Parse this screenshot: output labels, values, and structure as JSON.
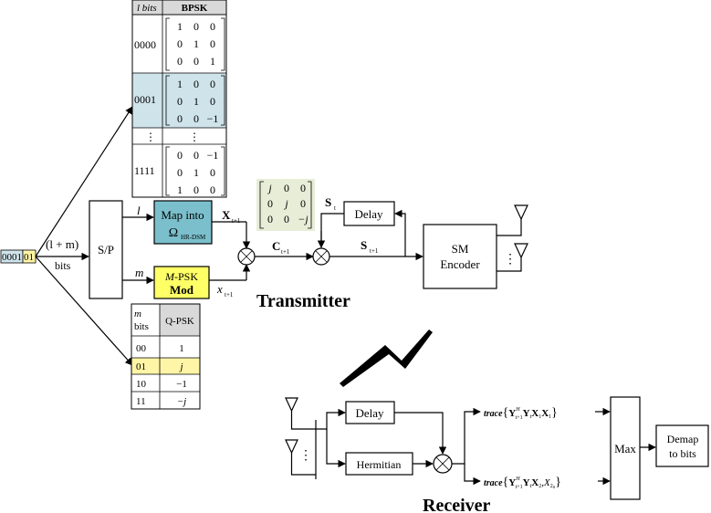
{
  "colors": {
    "blue_fill": "#cfe3ea",
    "teal_fill": "#7bbfcc",
    "yellow_fill": "#ffff66",
    "light_yellow_fill": "#fff5a6",
    "green_fill": "#e7edd7",
    "header_fill": "#d9d9d9"
  },
  "input_bits": {
    "blue_part": "0001",
    "yellow_part": "01"
  },
  "split_label_top": "(l + m)",
  "split_label_bottom": "bits",
  "sp_block": "S/P",
  "branch_l": "l",
  "branch_m": "m",
  "map_block": {
    "line1": "Map into",
    "line2": "Ω",
    "line2_sub": "HR-DSM"
  },
  "psk_block": {
    "line1_italic": "M",
    "line1_rest": "-PSK",
    "line2": "Mod"
  },
  "signals": {
    "X": "X",
    "X_sub": "t+1",
    "x": "x",
    "x_sub": "t+1",
    "C": "C",
    "C_sub": "t+1",
    "S": "S",
    "S_sub": "t+1",
    "St": "S",
    "St_sub": "t"
  },
  "delay_tx": "Delay",
  "sm_encoder": {
    "line1": "SM",
    "line2": "Encoder"
  },
  "diag_matrix": [
    [
      "j",
      "0",
      "0"
    ],
    [
      "0",
      "j",
      "0"
    ],
    [
      "0",
      "0",
      "−j"
    ]
  ],
  "bpsk_table": {
    "header_col1": "l bits",
    "header_col2": "BPSK",
    "rows": [
      {
        "label": "0000",
        "matrix": [
          [
            "1",
            "0",
            "0"
          ],
          [
            "0",
            "1",
            "0"
          ],
          [
            "0",
            "0",
            "1"
          ]
        ]
      },
      {
        "label": "0001",
        "matrix": [
          [
            "1",
            "0",
            "0"
          ],
          [
            "0",
            "1",
            "0"
          ],
          [
            "0",
            "0",
            "−1"
          ]
        ]
      },
      {
        "label": "⋮",
        "matrix_dots": "⋮"
      },
      {
        "label": "1111",
        "matrix": [
          [
            "0",
            "0",
            "−1"
          ],
          [
            "0",
            "1",
            "0"
          ],
          [
            "1",
            "0",
            "0"
          ]
        ]
      }
    ]
  },
  "qpsk_table": {
    "header_col1_line1": "m",
    "header_col1_line2": "bits",
    "header_col2": "Q-PSK",
    "rows": [
      {
        "bits": "00",
        "symbol": "1"
      },
      {
        "bits": "01",
        "symbol": "j"
      },
      {
        "bits": "10",
        "symbol": "−1"
      },
      {
        "bits": "11",
        "symbol": "−j"
      }
    ]
  },
  "transmitter_label": "Transmitter",
  "receiver_label": "Receiver",
  "rx": {
    "delay": "Delay",
    "hermitian": "Hermitian",
    "max": "Max",
    "demap_line1": "Demap",
    "demap_line2": "to bits",
    "trace1": {
      "fn": "trace",
      "Y1": "Y",
      "Y1_sup": "H",
      "Y1_sub": "t+1",
      "Y2": "Y",
      "Y2_sub": "t",
      "X1": "X",
      "X1_sub": "1",
      "X2": "X",
      "X2_sub": "1"
    },
    "trace2": {
      "fn": "trace",
      "Y1": "Y",
      "Y1_sup": "H",
      "Y1_sub": "t+1",
      "Y2": "Y",
      "Y2_sub": "t",
      "X1": "X",
      "X1_sub": "2",
      "X2": "X",
      "X2_sub": "2",
      "X2_subsub": "n"
    }
  },
  "vdots": "⋮"
}
